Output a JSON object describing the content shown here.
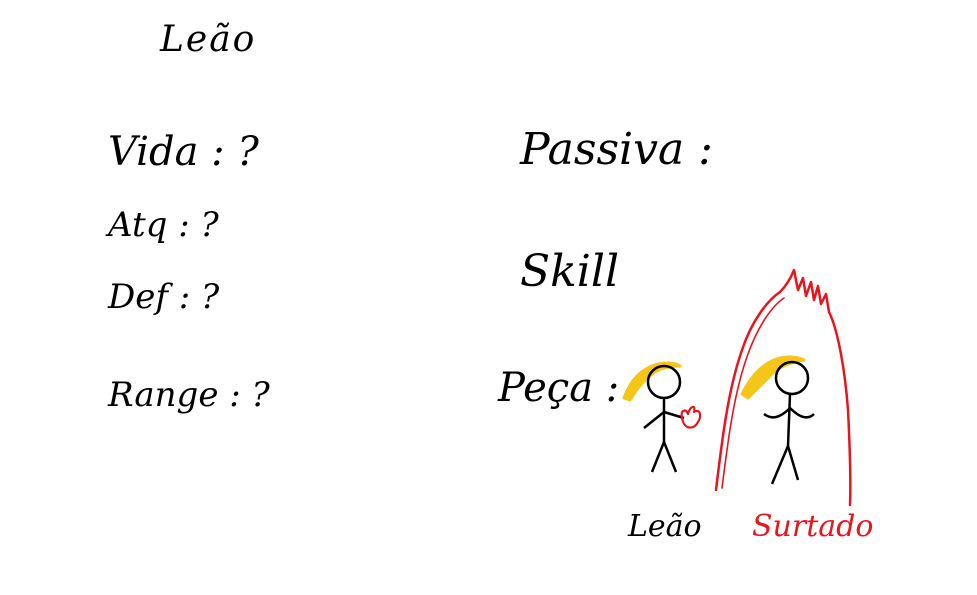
{
  "title": "Leão",
  "stats": [
    {
      "label": "Vida",
      "value": "?"
    },
    {
      "label": "Atq",
      "value": "?"
    },
    {
      "label": "Def",
      "value": "?"
    },
    {
      "label": "Range",
      "value": "?"
    }
  ],
  "right": {
    "passiva_label": "Passiva :",
    "skill_label": "Skill",
    "peca_label": "Peça :"
  },
  "characters": [
    {
      "caption": "Leão",
      "color": "#000000"
    },
    {
      "caption": "Surtado",
      "color": "#e8141e"
    }
  ],
  "colors": {
    "hair": "#f5c518",
    "aura": "#e8141e",
    "ink": "#000000"
  }
}
